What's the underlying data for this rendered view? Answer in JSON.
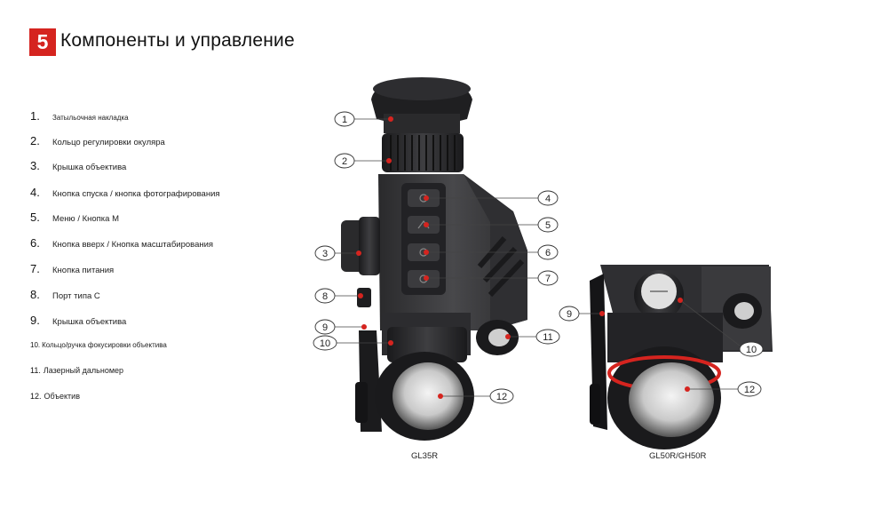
{
  "header": {
    "number": "5",
    "title": "Компоненты и управление"
  },
  "components": [
    {
      "num": "1.",
      "label": "Затыльочная накладка"
    },
    {
      "num": "2.",
      "label": "Кольцо регулировки окуляра"
    },
    {
      "num": "3.",
      "label": "Крышка объектива"
    },
    {
      "num": "4.",
      "label": "Кнопка спуска / кнопка фотографирования"
    },
    {
      "num": "5.",
      "label": "Меню / Кнопка М"
    },
    {
      "num": "6.",
      "label": "Кнопка вверх / Кнопка масштабирования"
    },
    {
      "num": "7.",
      "label": "Кнопка питания"
    },
    {
      "num": "8.",
      "label": "Порт типа C"
    },
    {
      "num": "9.",
      "label": "Крышка объектива"
    },
    {
      "num": "10.",
      "label": "Кольцо/ручка фокусировки объектива"
    },
    {
      "num": "11.",
      "label": "Лазерный дальномер"
    },
    {
      "num": "12.",
      "label": "Объектив"
    }
  ],
  "callouts": [
    "1",
    "2",
    "3",
    "4",
    "5",
    "6",
    "7",
    "8",
    "9",
    "10",
    "11",
    "12",
    "9",
    "10",
    "12"
  ],
  "captions": {
    "left_model": "GL35R",
    "right_model": "GL50R/GH50R"
  },
  "colors": {
    "accent": "#d5241f",
    "device_body": "#3a3a3c",
    "device_dark": "#1c1c1e"
  }
}
